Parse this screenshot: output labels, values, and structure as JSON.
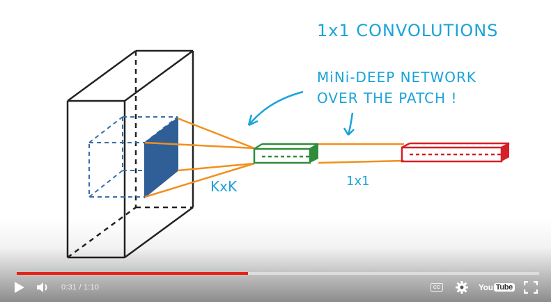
{
  "video": {
    "title_text": "1x1 CONVOLUTIONS",
    "annotation_line1": "MiNi-DEEP NETWORK",
    "annotation_line2": "OVER THE PATCH !",
    "kernel_label": "KxK",
    "pointwise_label": "1x1"
  },
  "player": {
    "time_display": "0:31 / 1:10",
    "progress_fraction": 0.4428,
    "cc_label": "CC",
    "logo_text_you": "You",
    "logo_text_tube": "Tube",
    "accent_color": "#e62117",
    "icons": [
      "play-icon",
      "volume-icon",
      "cc-icon",
      "settings-gear-icon",
      "youtube-logo",
      "fullscreen-icon"
    ]
  }
}
